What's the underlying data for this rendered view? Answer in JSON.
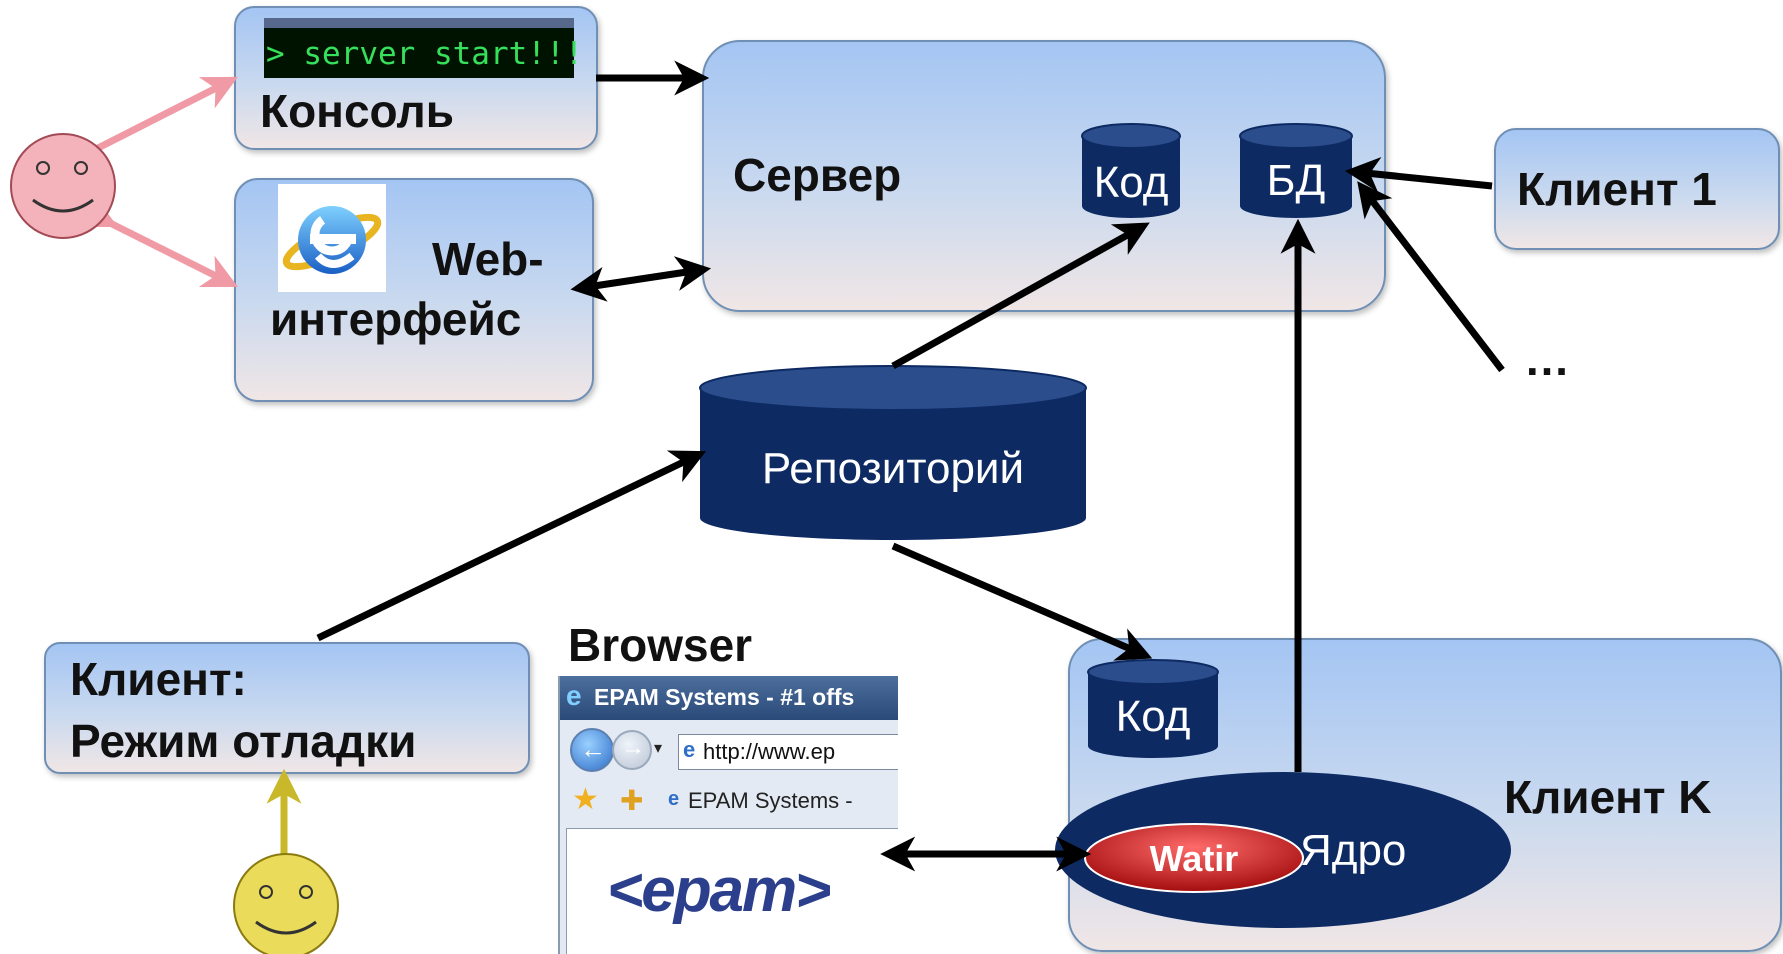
{
  "console": {
    "command": "> server start!!!",
    "label": "Консоль"
  },
  "web": {
    "label_line1": "Web-",
    "label_line2": "интерфейс"
  },
  "server": {
    "label": "Сервер",
    "code_db": "Код",
    "data_db": "БД"
  },
  "client1": {
    "label": "Клиент 1"
  },
  "ellipsis": "…",
  "repository": {
    "label": "Репозиторий"
  },
  "debug_client": {
    "label_line1": "Клиент:",
    "label_line2": "Режим отладки"
  },
  "browser": {
    "heading": "Browser",
    "window_title": "EPAM Systems - #1 offs",
    "address": "http://www.ep",
    "tab": "EPAM Systems -",
    "logo": "<epam>"
  },
  "clientK": {
    "label": "Клиент K",
    "code_db": "Код",
    "core": "Ядро",
    "watir": "Watir"
  },
  "colors": {
    "box_top": "#a4c5f3",
    "db_navy": "#0d2a63",
    "arrow_pink": "#f09aa6",
    "arrow_yellow": "#c8b82a",
    "watir_red": "#c41515",
    "smiley_pink": "#f4b3bb",
    "smiley_yellow": "#eadb5a"
  }
}
